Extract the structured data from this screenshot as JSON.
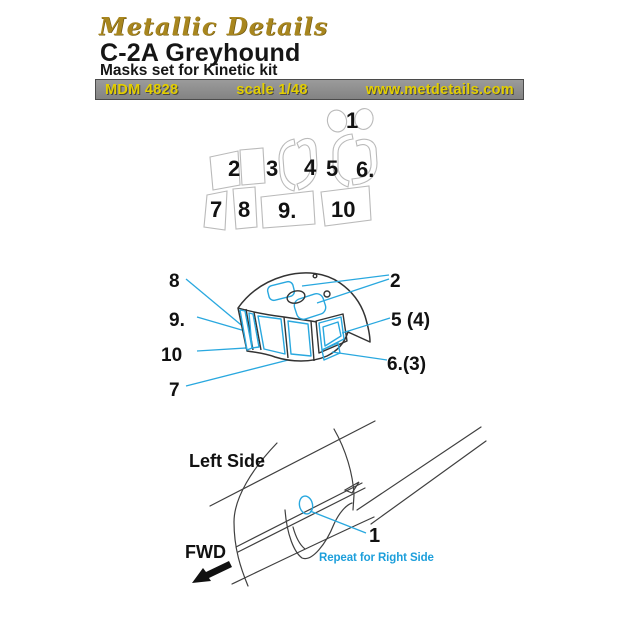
{
  "header": {
    "brand": "Metallic Details",
    "title": "C-2A Greyhound",
    "subtitle": "Masks set for Kinetic kit",
    "product_code": "MDM 4828",
    "scale": "scale 1/48",
    "website": "www.metdetails.com"
  },
  "colors": {
    "accent_cyan": "#29a8df",
    "mask_outline_gray": "#bababa",
    "bar_background_gray": "#8f8f8f",
    "bar_text_yellow": "#e3ce00",
    "brand_gold": "#a8861e"
  },
  "mask_sheet": {
    "piece_numbers": [
      "1",
      "2",
      "3",
      "4",
      "5",
      "6.",
      "7",
      "8",
      "9.",
      "10"
    ]
  },
  "canopy": {
    "callouts": [
      "8",
      "9.",
      "10",
      "7",
      "2",
      "5 (4)",
      "6.(3)"
    ]
  },
  "side_view": {
    "view_label": "Left Side",
    "fwd_label": "FWD",
    "callout": "1",
    "note": "Repeat for Right Side"
  }
}
